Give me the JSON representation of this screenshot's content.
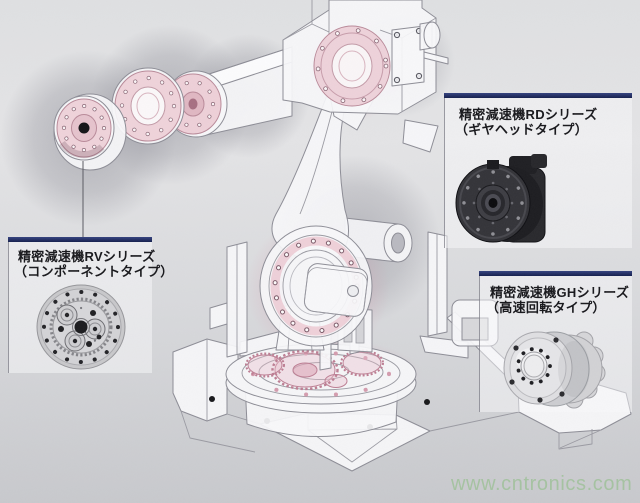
{
  "callouts": {
    "rv": {
      "title": "精密減速機RVシリーズ",
      "subtitle": "（コンポーネントタイプ）"
    },
    "rd": {
      "title": "精密減速機RDシリーズ",
      "subtitle": "（ギヤヘッドタイプ）"
    },
    "gh": {
      "title": "精密減速機GHシリーズ",
      "subtitle": "（高速回転タイプ）"
    }
  },
  "watermark": "www.cntronics.com",
  "colors": {
    "accent_navy": "#1c2a66",
    "highlight_pink": "#eed2da",
    "watermark_green": "#a2c29d"
  }
}
